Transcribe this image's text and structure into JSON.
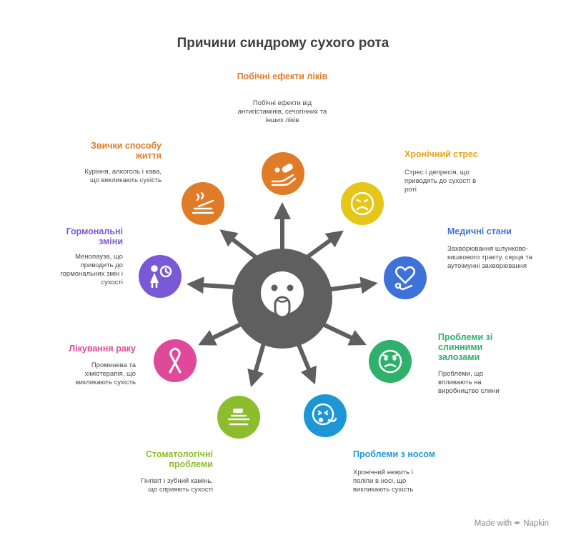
{
  "title": "Причини синдрому сухого рота",
  "center": {
    "icon": "dry-mouth-face-icon",
    "color": "#5f5f5f"
  },
  "causes": [
    {
      "title": "Побічні ефекти ліків",
      "desc": "Побічні ефекти від антигістамінів, сечогінних та інших ліків",
      "color": "#e07b28",
      "icon": "pills-hand-icon"
    },
    {
      "title": "Хронічний стрес",
      "desc": "Стрес і депресія, що приводять до сухості в роті",
      "color": "#e6c619",
      "icon": "stressed-face-icon"
    },
    {
      "title": "Медичні стани",
      "desc": "Захворювання шлунково-кишкового тракту, серця та аутоімунні захворювання",
      "color": "#3f72d8",
      "icon": "heart-stethoscope-icon"
    },
    {
      "title": "Проблеми зі слинними залозами",
      "desc": "Проблеми, що впливають на виробництво слини",
      "color": "#2fb06b",
      "icon": "sad-face-icon"
    },
    {
      "title": "Проблеми з носом",
      "desc": "Хронічний нежить і поліпи в носі, що викликають сухість",
      "color": "#1e96d6",
      "icon": "sneeze-face-icon"
    },
    {
      "title": "Стоматологічні проблеми",
      "desc": "Гінгівіт і зубний камінь, що сприяють сухості",
      "color": "#8dbd2c",
      "icon": "toothbrush-icon"
    },
    {
      "title": "Лікування раку",
      "desc": "Променева та хіміотерапія, що викликають сухість",
      "color": "#e0499a",
      "icon": "awareness-ribbon-icon"
    },
    {
      "title": "Гормональні зміни",
      "desc": "Менопауза, що приводить до гормональних змін і сухості",
      "color": "#7b58d6",
      "icon": "woman-clock-icon"
    },
    {
      "title": "Звички способу життя",
      "desc": "Куріння, алкоголь і кава, що викликають сухість",
      "color": "#e07b28",
      "icon": "cigarette-ashtray-icon"
    }
  ],
  "footer": {
    "prefix": "Made with",
    "brand": "Napkin"
  }
}
